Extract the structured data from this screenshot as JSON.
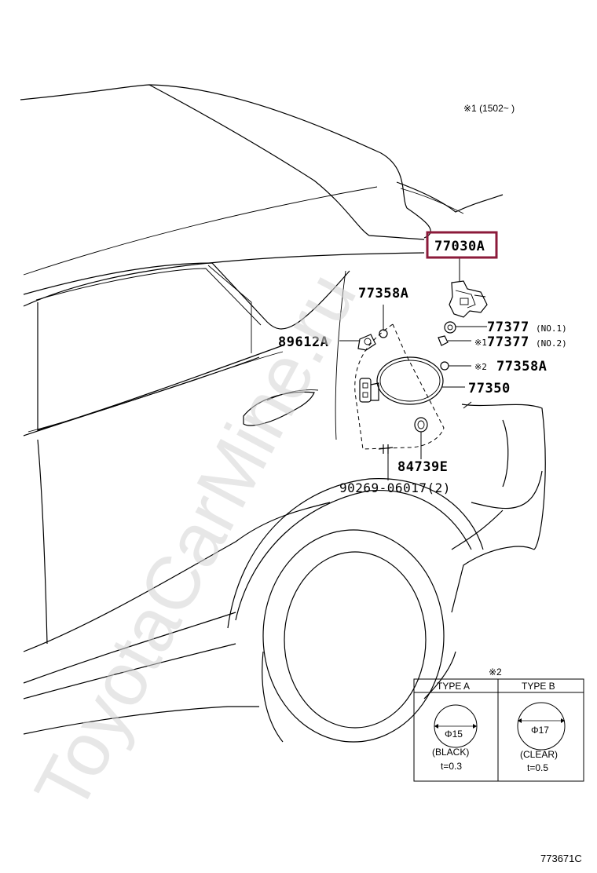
{
  "watermark": "ToyotaCarMine.ru",
  "note_period": "※1 (1502~      )",
  "diagram_id": "773671C",
  "parts": {
    "p77030A": "77030A",
    "p77358A_top": "77358A",
    "p89612A": "89612A",
    "p77377_no1": "77377",
    "p77377_no1_suffix": "(NO.1)",
    "p77377_no2_prefix": "※1",
    "p77377_no2": "77377",
    "p77377_no2_suffix": "(NO.2)",
    "p77358A_right_prefix": "※2",
    "p77358A_right": "77358A",
    "p77350": "77350",
    "p84739E": "84739E",
    "p90269": "90269-06017(2)"
  },
  "table": {
    "title": "※2",
    "columns": [
      {
        "header": "TYPE A",
        "diameter": "Φ15",
        "color": "(BLACK)",
        "thickness": "t=0.3"
      },
      {
        "header": "TYPE B",
        "diameter": "Φ17",
        "color": "(CLEAR)",
        "thickness": "t=0.5"
      }
    ]
  },
  "colors": {
    "highlight_box": "#8b1a3a",
    "lines": "#000000",
    "watermark": "#d4d4d4"
  }
}
